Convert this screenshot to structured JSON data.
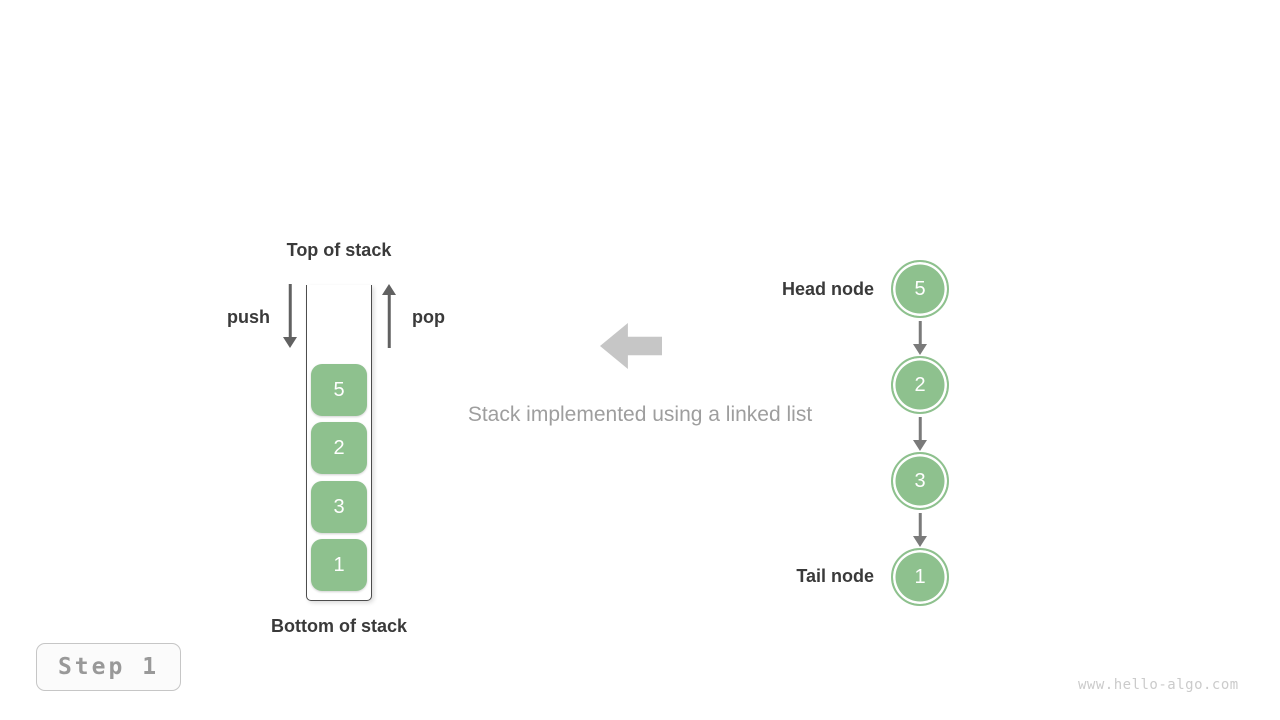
{
  "colors": {
    "node_green": "#8ec18e",
    "dark_text": "#3a3a3a",
    "gray_text": "#9e9e9e",
    "arrow_gray": "#616161",
    "block_arrow_gray": "#c6c6c6",
    "badge_text": "#999999",
    "watermark_text": "#cbcbcb"
  },
  "stack": {
    "top_label": "Top of stack",
    "bottom_label": "Bottom of stack",
    "push_label": "push",
    "pop_label": "pop",
    "items": [
      "5",
      "2",
      "3",
      "1"
    ]
  },
  "linked_list": {
    "head_label": "Head node",
    "tail_label": "Tail node",
    "nodes": [
      "5",
      "2",
      "3",
      "1"
    ]
  },
  "caption": {
    "text": "Stack implemented using a linked list"
  },
  "step_badge": {
    "label": "Step 1"
  },
  "footer": {
    "watermark": "www.hello-algo.com"
  }
}
